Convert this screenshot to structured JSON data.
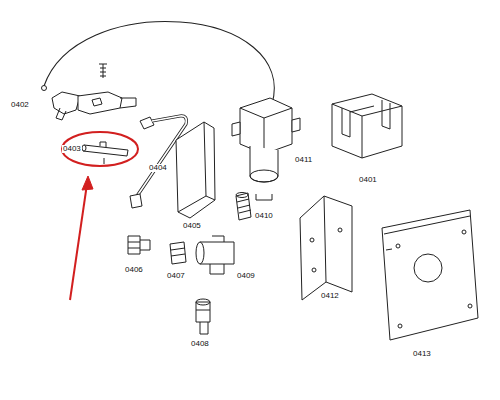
{
  "diagram": {
    "labels": [
      "0402",
      "0403",
      "0404",
      "0411",
      "0401",
      "0405",
      "0410",
      "0406",
      "0407",
      "0409",
      "0412",
      "0408",
      "0413"
    ]
  }
}
